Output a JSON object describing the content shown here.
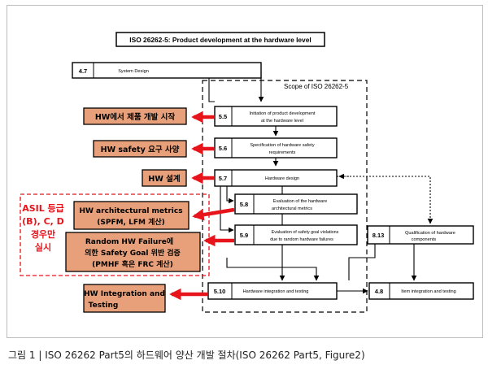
{
  "diagram": {
    "title": "ISO 26262-5:  Product development at the hardware level",
    "scope_label": "Scope of ISO 26262-5",
    "steps": [
      {
        "number": "4.7",
        "lines": [
          "System Design"
        ]
      },
      {
        "number": "5.5",
        "lines": [
          "Initiation of product development",
          "at the hardware level"
        ]
      },
      {
        "number": "5.6",
        "lines": [
          "Specification of hardware safety",
          "requirements"
        ]
      },
      {
        "number": "5.7",
        "lines": [
          "Hardware design"
        ]
      },
      {
        "number": "5.8",
        "lines": [
          "Evaluation of the hardware",
          "architectural metrics"
        ]
      },
      {
        "number": "5.9",
        "lines": [
          "Evaluation of safety goal violations",
          "due to random hardware failures"
        ]
      },
      {
        "number": "8.13",
        "lines": [
          "Qualification of hardware",
          "components"
        ]
      },
      {
        "number": "5.10",
        "lines": [
          "Hardware integration and testing"
        ]
      },
      {
        "number": "4.8",
        "lines": [
          "Item integration and testing"
        ]
      }
    ],
    "annotations": [
      {
        "lines": [
          "HW에서 제품 개발 시작"
        ]
      },
      {
        "lines": [
          "HW safety 요구 사양"
        ]
      },
      {
        "lines": [
          "HW 설계"
        ]
      },
      {
        "lines": [
          "HW architectural metrics",
          "(SPFM, LFM 계산)"
        ]
      },
      {
        "lines": [
          "Random HW Failure에",
          "의한 Safety Goal 위반 검증",
          "(PMHF 혹은 FRC 계산)"
        ]
      },
      {
        "lines": [
          "HW Integration and",
          "Testing"
        ]
      }
    ],
    "asil_note": {
      "lines": [
        "ASIL 등급",
        "(B), C, D",
        "경우만",
        "실시"
      ]
    }
  },
  "caption": "그림 1 |  ISO 26262 Part5의 하드웨어 양산 개발 절차(ISO 26262 Part5, Figure2)",
  "colors": {
    "annotation_fill": "#e8a07a",
    "arrow_red": "#e8141c",
    "asil_red": "#e8141c"
  }
}
